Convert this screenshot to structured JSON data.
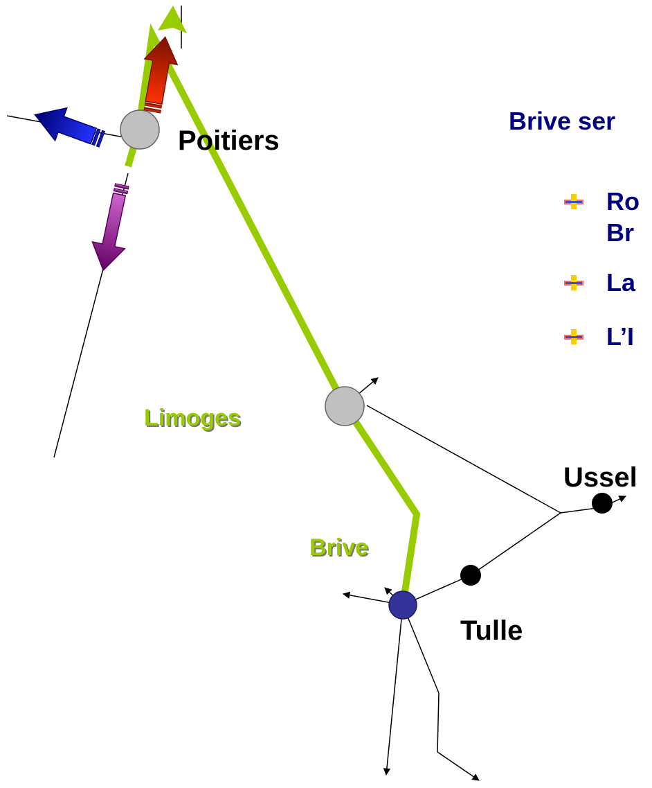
{
  "cities": {
    "poitiers": "Poitiers",
    "limoges": "Limoges",
    "ussel": "Ussel",
    "tulle": "Tulle",
    "brive": "Brive"
  },
  "panel": {
    "heading": "Brive ser",
    "bullets": [
      "Ro",
      "Br",
      "La",
      "L’I"
    ]
  },
  "colors": {
    "main_line": "#99cc00",
    "arrow_red": "#cc2200",
    "arrow_blue": "#0000cc",
    "arrow_purple": "#881188",
    "node_grey": "#c0c0c0",
    "node_brive": "#333399",
    "text_navy": "#000080"
  },
  "icons": [
    "bullet-icon",
    "arrow-icon"
  ]
}
